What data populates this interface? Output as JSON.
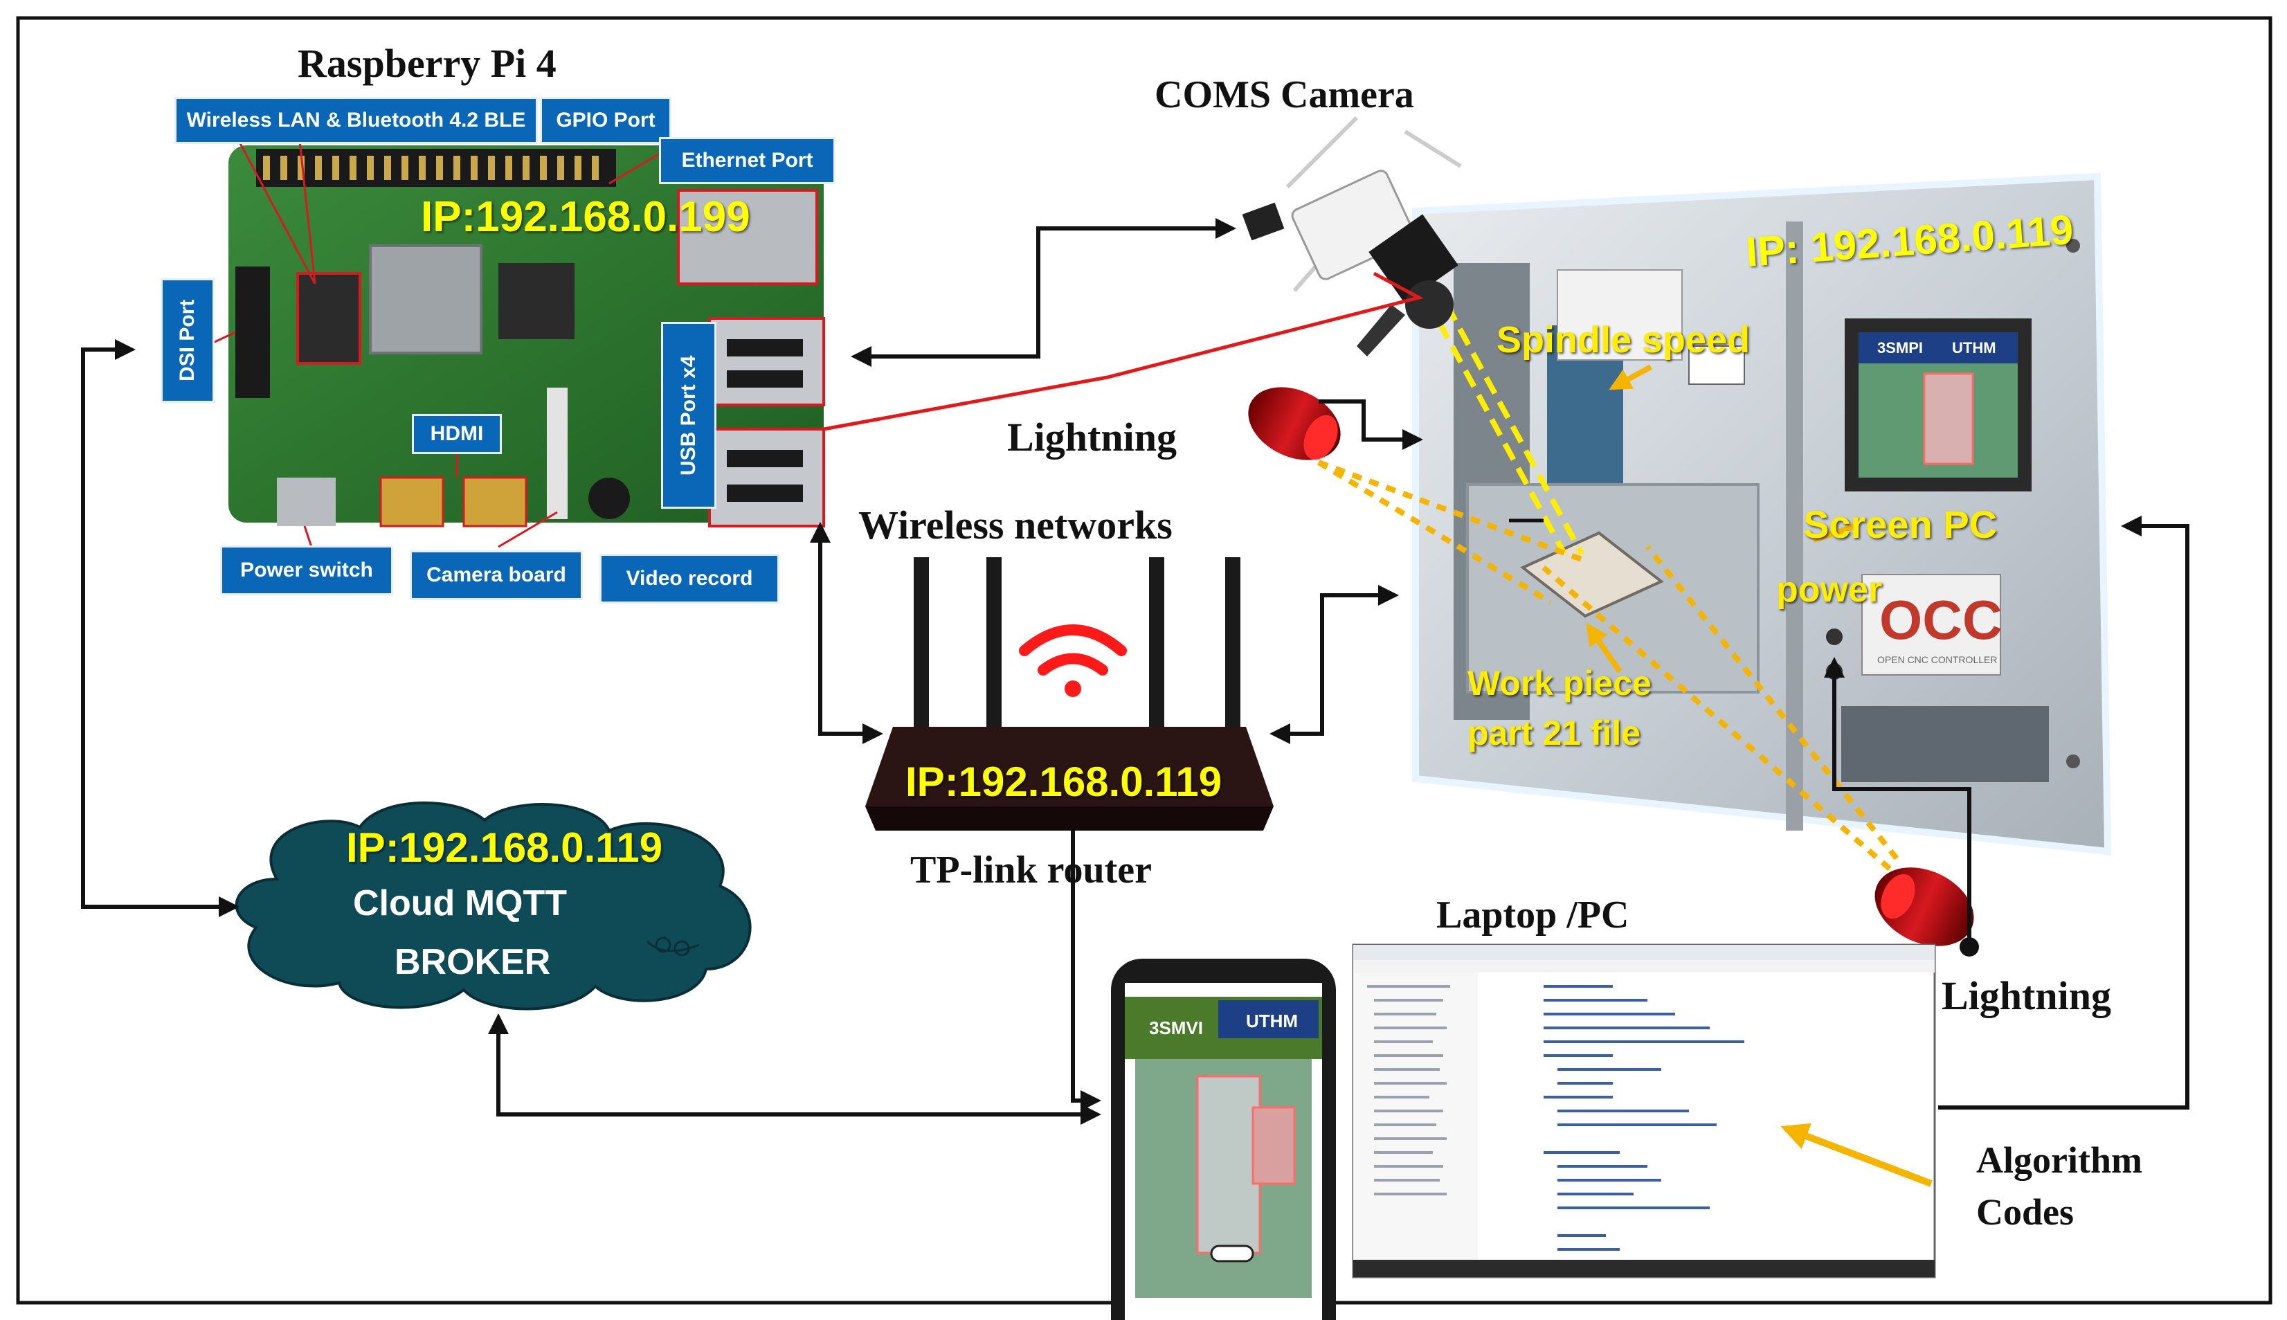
{
  "raspberry": {
    "title": "Raspberry Pi 4",
    "ip": "IP:192.168.0.199",
    "labels": {
      "wireless": "Wireless LAN & Bluetooth 4.2 BLE",
      "gpio": "GPIO Port",
      "ethernet": "Ethernet Port",
      "dsi": "DSI Port",
      "usb": "USB Port x4",
      "hdmi": "HDMI",
      "power": "Power switch",
      "camera_board": "Camera board",
      "video": "Video record"
    }
  },
  "camera": {
    "title": "COMS Camera"
  },
  "lightning_top": "Lightning",
  "lightning_bottom": "Lightning",
  "router": {
    "section_title": "Wireless networks",
    "ip": "IP:192.168.0.119",
    "caption": "TP-link router"
  },
  "cloud": {
    "ip": "IP:192.168.0.119",
    "line1": "Cloud MQTT",
    "line2": "BROKER"
  },
  "machine": {
    "ip": "IP: 192.168.0.119",
    "spindle": "Spindle speed",
    "screen_pc": "Screen PC",
    "power": "power",
    "work1": "Work piece",
    "work2": "part 21 file",
    "screen_brand": "3SMPI",
    "screen_logo": "UTHM",
    "occ": "OCC",
    "occ_sub": "OPEN CNC CONTROLLER"
  },
  "laptop": {
    "title": "Laptop /PC"
  },
  "phone": {
    "brand": "3SMVI",
    "logo": "UTHM"
  },
  "algorithm": {
    "line1": "Algorithm",
    "line2": "Codes"
  },
  "colors": {
    "arrow": "#111111",
    "red_line": "#e0191b",
    "yellow_label": "#ffee00",
    "cloud": "#0f4b57",
    "pi_box": "#0a67b8",
    "dotted": "#f4b400"
  }
}
